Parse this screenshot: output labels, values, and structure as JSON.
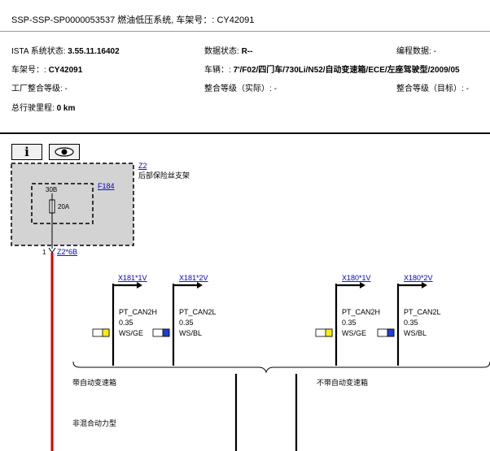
{
  "title": "SSP-SSP-SP0000053537 燃油低压系统, 车架号：: CY42091",
  "header": {
    "ista_label": "ISTA 系统状态:",
    "ista_value": "3.55.11.16402",
    "data_status_label": "数据状态:",
    "data_status_value": "R--",
    "programming_label": "编程数据:",
    "programming_value": "-",
    "vin_label": "车架号：:",
    "vin_value": "CY42091",
    "vehicle_label": "车辆：:",
    "vehicle_value": "7'/F02/四门车/730Li/N52/自动变速箱/ECE/左座驾驶型/2009/05",
    "factory_level_label": "工厂整合等级:",
    "factory_level_value": "-",
    "actual_level_label": "整合等级（实际）:",
    "actual_level_value": "-",
    "target_level_label": "整合等级（目标）:",
    "target_level_value": "-",
    "mileage_label": "总行驶里程:",
    "mileage_value": "0 km"
  },
  "toolbar": {
    "info_label": "i"
  },
  "diagram": {
    "component_id": "Z2",
    "component_name": "后部保险丝支架",
    "fuse_link": "F184",
    "fuse_pin": "30B",
    "fuse_rating": "20A",
    "pin_number": "1",
    "connector_link": "Z2*6B",
    "connectors": [
      {
        "link": "X181*1V",
        "signal": "PT_CAN2H",
        "size": "0.35",
        "color": "WS/GE",
        "swatch": "#ffee00"
      },
      {
        "link": "X181*2V",
        "signal": "PT_CAN2L",
        "size": "0.35",
        "color": "WS/BL",
        "swatch": "#1a3fd6"
      },
      {
        "link": "X180*1V",
        "signal": "PT_CAN2H",
        "size": "0.35",
        "color": "WS/GE",
        "swatch": "#ffee00"
      },
      {
        "link": "X180*2V",
        "signal": "PT_CAN2L",
        "size": "0.35",
        "color": "WS/BL",
        "swatch": "#1a3fd6"
      }
    ],
    "option_with_auto": "带自动变速箱",
    "option_without_auto": "不带自动变速箱",
    "option_non_hybrid": "非混合动力型",
    "colors": {
      "power_wire": "#e00000",
      "component_fill": "#d3d3d3",
      "link": "#0000cc"
    }
  }
}
